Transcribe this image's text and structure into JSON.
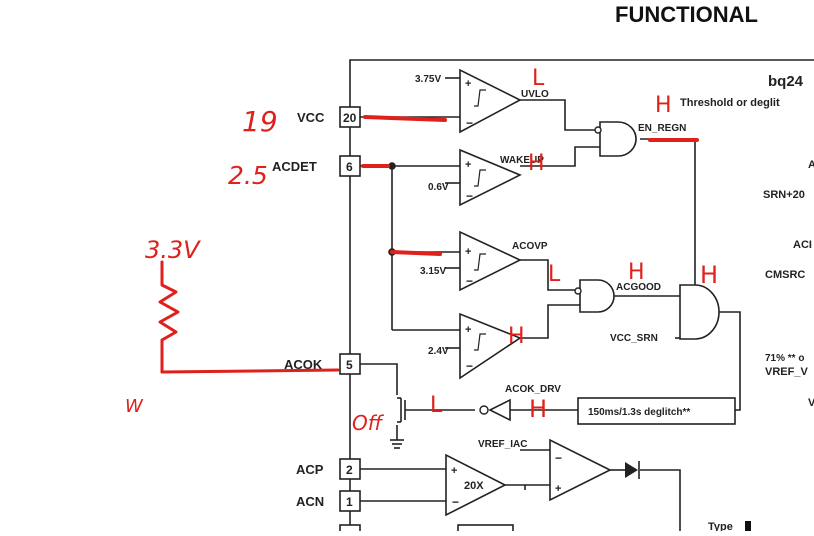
{
  "header": {
    "title": "FUNCTIONAL"
  },
  "chip": {
    "name": "bq24",
    "note": "Threshold or deglit"
  },
  "pins": {
    "vcc": {
      "name": "VCC",
      "num": "20"
    },
    "acdet": {
      "name": "ACDET",
      "num": "6"
    },
    "acok": {
      "name": "ACOK",
      "num": "5"
    },
    "acp": {
      "name": "ACP",
      "num": "2"
    },
    "acn": {
      "name": "ACN",
      "num": "1"
    }
  },
  "comparators": {
    "uvlo": {
      "ref": "3.75V",
      "out": "UVLO"
    },
    "wakeup": {
      "ref": "0.6V",
      "out": "WAKEUP"
    },
    "acovp": {
      "ref": "3.15V",
      "out": "ACOVP"
    },
    "low": {
      "ref": "2.4V"
    }
  },
  "signals": {
    "en_regn": "EN_REGN",
    "acgood": "ACGOOD",
    "vcc_srn": "VCC_SRN",
    "acok_drv": "ACOK_DRV",
    "deglitch": "150ms/1.3s deglitch**",
    "vref_iac": "VREF_IAC",
    "gain": "20X"
  },
  "right_labels": {
    "a": "A",
    "srn": "SRN+20",
    "ac": "ACI",
    "cmsrc": "CMSRC",
    "pct": "71% ** o",
    "vref": "VREF_V",
    "v": "V",
    "type": "Type"
  },
  "annotations": {
    "vcc_value": "19",
    "acdet_value": "2.5",
    "pullup": "3.3V",
    "uvlo_state": "L",
    "en_regn_state": "H",
    "wakeup_state": "H",
    "acovp_state": "L",
    "acgood_state": "H",
    "and_state": "H",
    "low_state": "H",
    "drv_state": "L",
    "buf_state": "H",
    "fet_state": "Off",
    "load": "W"
  }
}
